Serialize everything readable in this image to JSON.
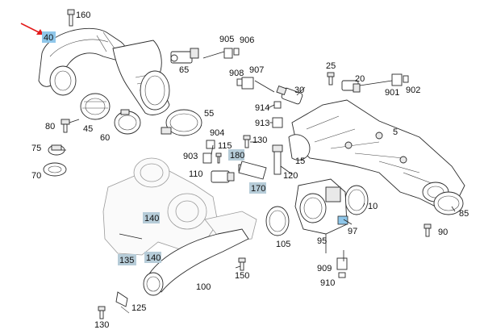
{
  "labels": {
    "p40": "40",
    "p160": "160",
    "p905": "905",
    "p906": "906",
    "p65": "65",
    "p908": "908",
    "p907": "907",
    "p30": "30",
    "p25": "25",
    "p20": "20",
    "p901": "901",
    "p902": "902",
    "p45": "45",
    "p60": "60",
    "p55": "55",
    "p80": "80",
    "p75": "75",
    "p70": "70",
    "p914": "914",
    "p913": "913",
    "p904": "904",
    "p903": "903",
    "p115": "115",
    "p180": "180",
    "p130a": "130",
    "p110": "110",
    "p170": "170",
    "p120": "120",
    "p15": "15",
    "p5": "5",
    "p10": "10",
    "p85": "85",
    "p90": "90",
    "p97": "97",
    "p95": "95",
    "p105": "105",
    "p140a": "140",
    "p140b": "140",
    "p135": "135",
    "p150": "150",
    "p100": "100",
    "p909": "909",
    "p910": "910",
    "p125": "125",
    "p130b": "130"
  },
  "colors": {
    "highlight_selected": "#8fc7ea",
    "highlight_callout": "#b6ccd8",
    "pointer_arrow": "#e31b1b"
  }
}
